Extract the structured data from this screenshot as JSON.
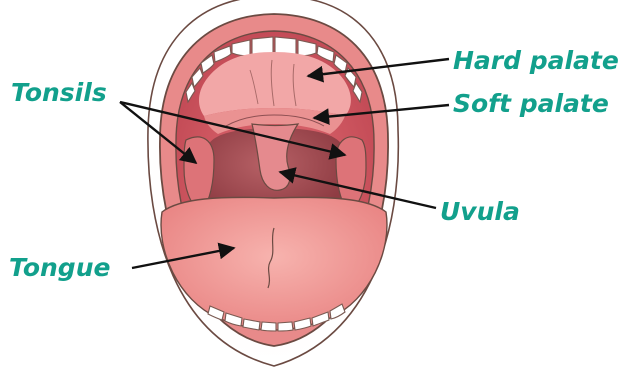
{
  "labels": {
    "hard_palate": "Hard palate",
    "soft_palate": "Soft palate",
    "tonsils": "Tonsils",
    "uvula": "Uvula",
    "tongue": "Tongue"
  },
  "colors": {
    "label_text": "#12a08c",
    "arrow": "#111111",
    "outline": "#6b4a42",
    "lip": "#e88a8a",
    "mouth_cavity": "#c9505a",
    "palate": "#f2a7a7",
    "throat": "#a54a4e",
    "tonsil": "#dd7378",
    "tongue": "#f29d9a",
    "teeth": "#ffffff",
    "skin_glow": "#f6d2cf"
  }
}
